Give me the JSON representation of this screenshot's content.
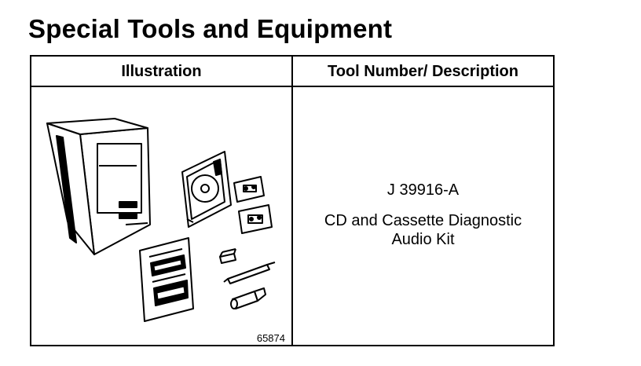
{
  "title": "Special Tools and Equipment",
  "table": {
    "headers": {
      "illustration": "Illustration",
      "tool": "Tool Number/ Description"
    },
    "rows": [
      {
        "figure_number": "65874",
        "tool_number": "J 39916-A",
        "description": "CD and Cassette Diagnostic Audio Kit"
      }
    ]
  }
}
